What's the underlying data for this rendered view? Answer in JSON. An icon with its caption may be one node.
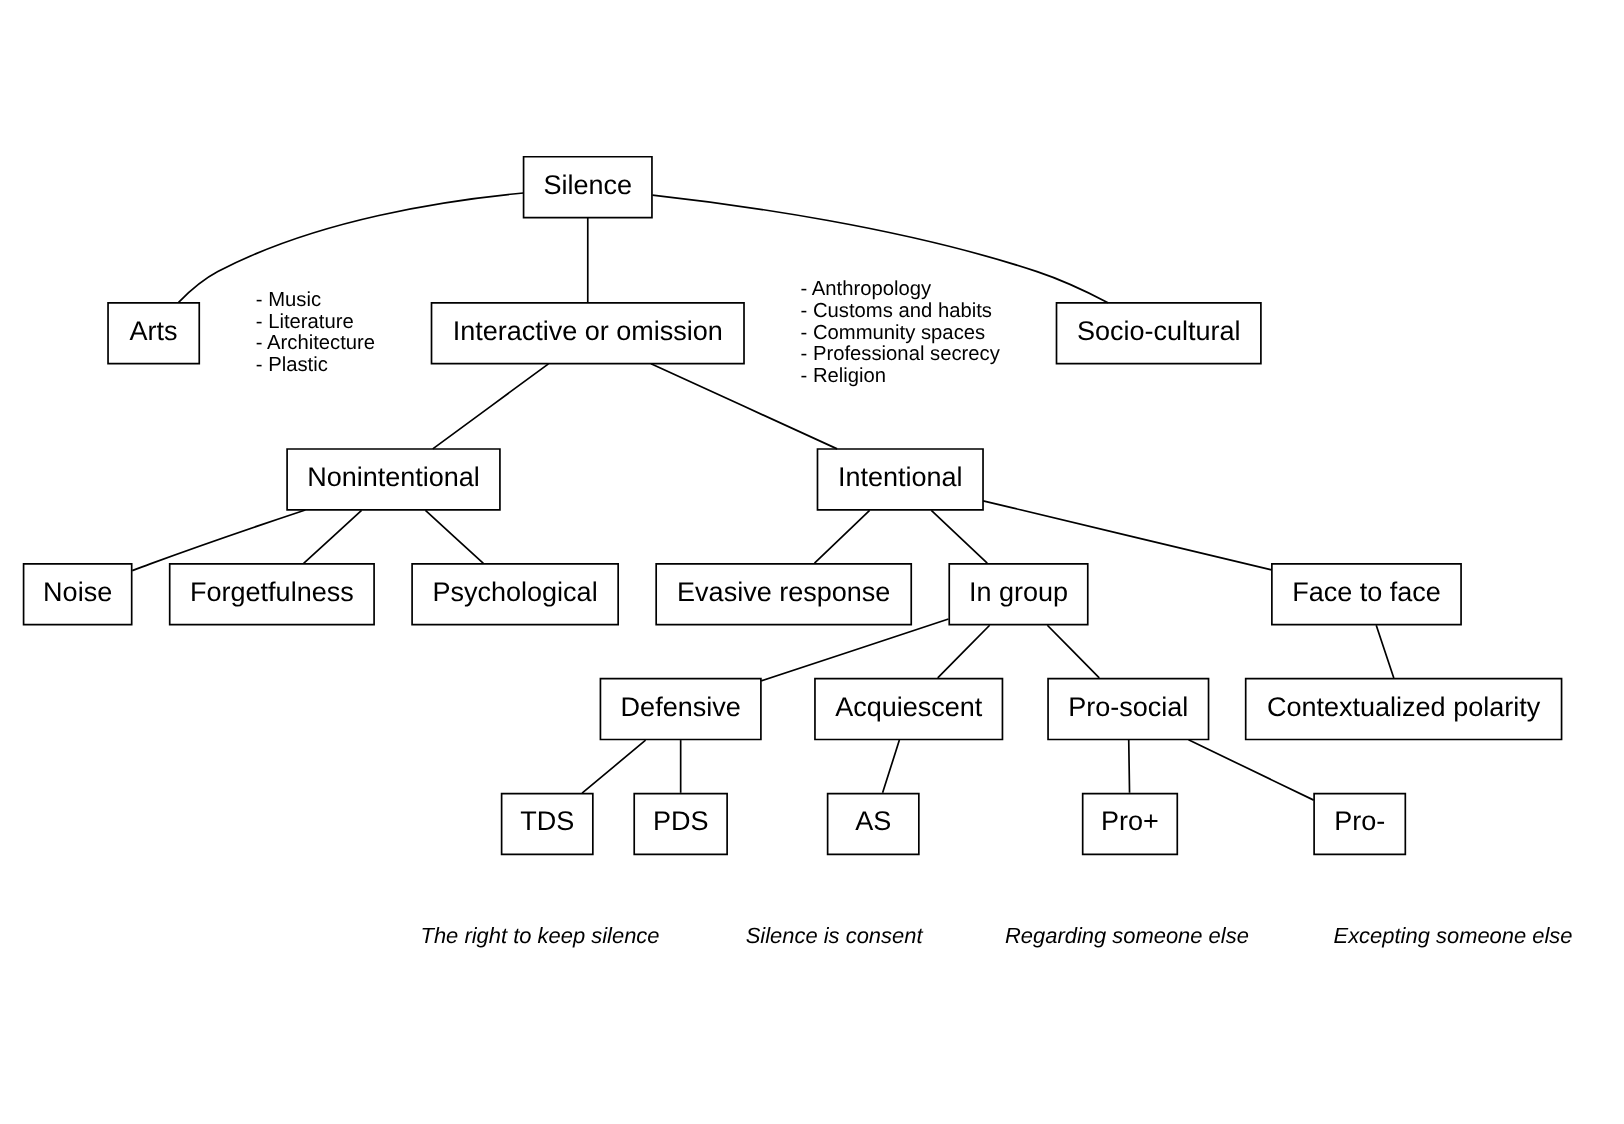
{
  "diagram": {
    "nodes": [
      {
        "text": [
          "Silence"
        ]
      },
      {
        "text": [
          "Socio-cultural"
        ],
        "beside": [
          "- Anthropology",
          "- Customs and habits",
          "- Community spaces",
          "- Professional secrecy",
          "- Religion"
        ]
      },
      {
        "text": [
          "Arts"
        ],
        "beside": [
          "- Music",
          "- Literature",
          "- Architecture",
          "- Plastic"
        ]
      },
      {
        "text": [
          "Interactive or omission"
        ]
      },
      {
        "text": [
          "Nonintentional"
        ]
      },
      {
        "text": [
          "Intentional"
        ]
      },
      {
        "text": [
          "Evasive response"
        ]
      },
      {
        "text": [
          "Noise"
        ]
      },
      {
        "text": [
          "Forgetfulness"
        ]
      },
      {
        "text": [
          "Psychological"
        ]
      },
      {
        "text": [
          "In group"
        ]
      },
      {
        "text": [
          "Face to face"
        ]
      },
      {
        "text": [
          "Contextualized polarity"
        ]
      },
      {
        "text": [
          "Defensive"
        ]
      },
      {
        "text": [
          "Acquiescent"
        ]
      },
      {
        "text": [
          "Pro-social"
        ]
      },
      {
        "text": [
          "TDS"
        ]
      },
      {
        "text": [
          "PDS"
        ]
      },
      {
        "text": [
          "AS"
        ]
      },
      {
        "text": [
          "Pro+"
        ]
      },
      {
        "text": [
          "Pro-"
        ]
      }
    ],
    "edges": [
      {
        "from": 0,
        "to": 1,
        "arrow": "none"
      },
      {
        "from": 0,
        "to": 2,
        "arrow": "none"
      },
      {
        "from": 0,
        "to": 3,
        "arrow": "none"
      },
      {
        "from": 3,
        "to": 4,
        "arrow": "none"
      },
      {
        "from": 3,
        "to": 5,
        "arrow": "none"
      },
      {
        "from": 4,
        "to": 7,
        "arrow": "none"
      },
      {
        "from": 4,
        "to": 8,
        "arrow": "none"
      },
      {
        "from": 4,
        "to": 9,
        "arrow": "none"
      },
      {
        "from": 5,
        "to": 6,
        "arrow": "none"
      },
      {
        "from": 5,
        "to": 10,
        "arrow": "none"
      },
      {
        "from": 5,
        "to": 11,
        "arrow": "none"
      },
      {
        "from": 11,
        "to": 12,
        "arrow": "none"
      },
      {
        "from": 10,
        "to": 13,
        "arrow": "none"
      },
      {
        "from": 10,
        "to": 14,
        "arrow": "none"
      },
      {
        "from": 10,
        "to": 15,
        "arrow": "none"
      },
      {
        "from": 13,
        "to": 16,
        "arrow": "none"
      },
      {
        "from": 13,
        "to": 17,
        "arrow": "none"
      },
      {
        "from": 14,
        "to": 18,
        "arrow": "none"
      },
      {
        "from": 15,
        "to": 19,
        "arrow": "none"
      },
      {
        "from": 15,
        "to": 20,
        "arrow": "none"
      }
    ],
    "labels": [
      "The right to keep silence",
      "Silence is consent",
      "Regarding someone else",
      "Excepting someone else"
    ]
  }
}
